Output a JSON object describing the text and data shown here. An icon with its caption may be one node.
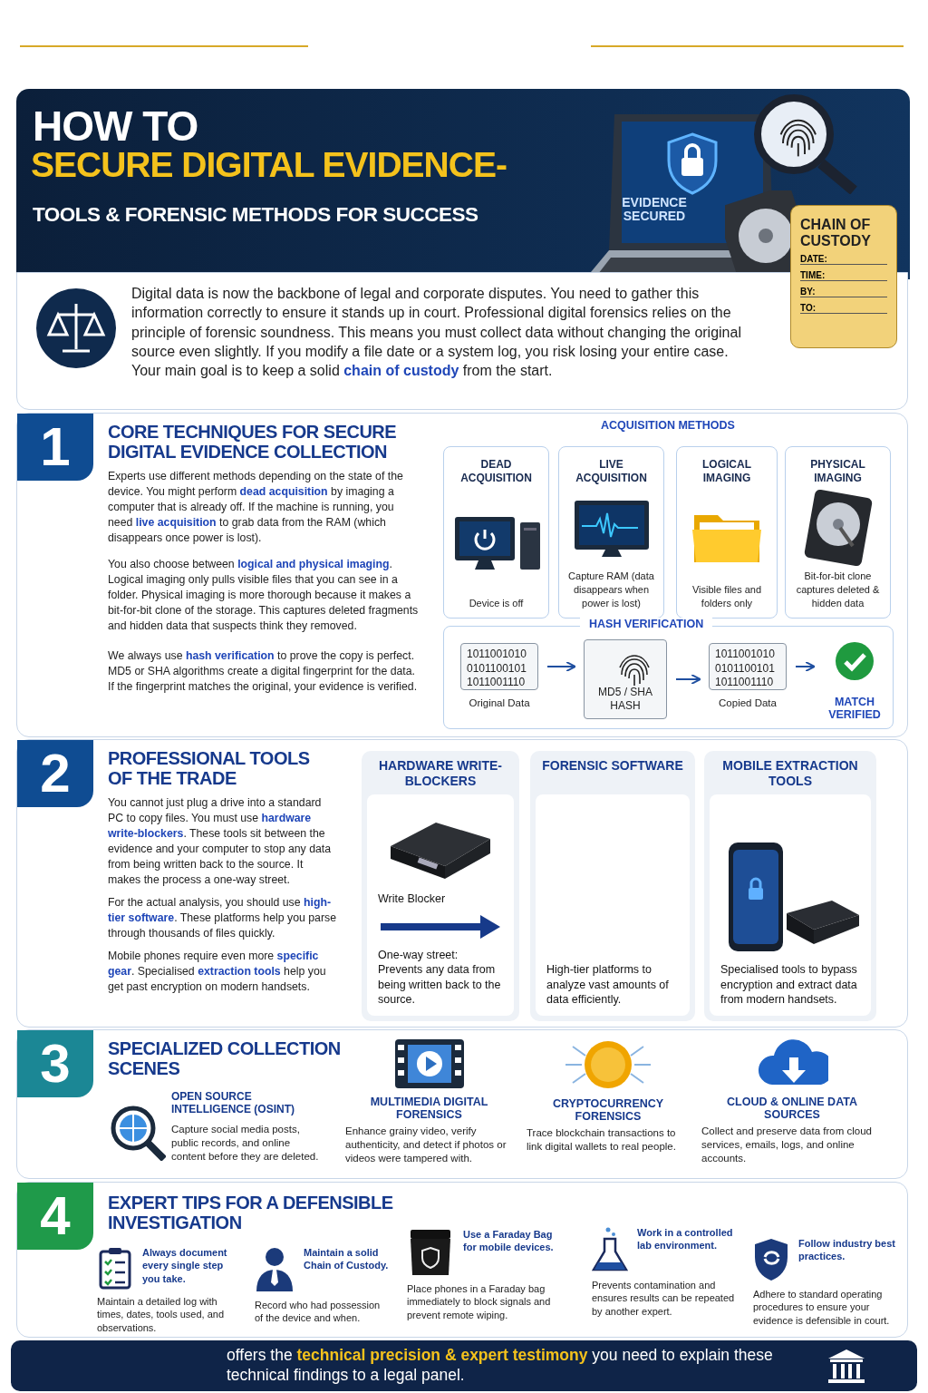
{
  "diagram": {
    "nodes": [
      {
        "text": [
          "HOW TO",
          "SECURE DIGITAL EVIDENCE-",
          "TOOLS & FORENSIC METHODS FOR SUCCESS"
        ]
      },
      {
        "text": [
          "CHAIN OF CUSTODY",
          "DATE:",
          "TIME:",
          "BY:",
          "TO:"
        ]
      },
      {
        "text": [
          "Digital data is now the backbone of legal and corporate disputes. You need to gather this information correctly to ensure it stands up in court. Professional digital forensics relies on the principle of forensic soundness. This means you must collect data without changing the original source even slightly. If you modify a file date or a system log, you risk losing your entire case. Your main goal is to keep a solid **chain of custody** from the start."
        ]
      },
      {
        "text": [
          "1",
          "CORE TECHNIQUES FOR SECURE DIGITAL EVIDENCE COLLECTION",
          "Experts use different methods depending on the state of the device. You might perform **dead acquisition** by imaging a computer that is already off. If the machine is running, you need **live acquisition** to grab data from the RAM (which disappears once power is lost).",
          "You also choose between **logical and physical imaging**. Logical imaging only pulls visible files that you can see in a folder. Physical imaging is more thorough because it makes a bit-for-bit clone of the storage. This captures deleted fragments and hidden data that suspects think they removed.",
          "We always use **hash verification** to prove the copy is perfect. MD5 or SHA algorithms create a digital fingerprint for the data. If the fingerprint matches the original, your evidence is verified."
        ]
      },
      {
        "text": [
          "ACQUISITION METHODS"
        ],
        "in": 3
      },
      {
        "text": [
          "DEAD ACQUISITION",
          "Device is off"
        ],
        "in": 4
      },
      {
        "text": [
          "LIVE ACQUISITION",
          "Capture RAM (data disappears when power is lost)"
        ],
        "in": 4
      },
      {
        "text": [
          "LOGICAL IMAGING",
          "Visible files and folders only"
        ],
        "in": 4
      },
      {
        "text": [
          "PHYSICAL IMAGING",
          "Bit-for-bit clone captures deleted & hidden data"
        ],
        "in": 4
      },
      {
        "text": [
          "HASH VERIFICATION"
        ],
        "in": 3
      },
      {
        "text": [
          "1011001010 0101100101 1011001110"
        ],
        "beside": [
          "Original Data"
        ],
        "in": 9
      },
      {
        "text": [
          "MD5 / SHA HASH"
        ],
        "in": 9
      },
      {
        "text": [
          "1011001010 0101100101 1011001110"
        ],
        "beside": [
          "Copied Data"
        ],
        "in": 9
      },
      {
        "text": [
          "MATCH VERIFIED"
        ],
        "in": 9
      },
      {
        "text": [
          "2",
          "PROFESSIONAL TOOLS OF THE TRADE",
          "You cannot just plug a drive into a standard PC to copy files. You must use **hardware write-blockers**. These tools sit between the evidence and your computer to stop any data from being written back to the source. It makes the process a one-way street.",
          "For the actual analysis, you should use **high-tier software**. These platforms help you parse through thousands of files quickly.",
          "Mobile phones require even more **specific gear**. Specialised **extraction tools** help you get past encryption on modern handsets."
        ]
      },
      {
        "text": [
          "HARDWARE WRITE-BLOCKERS",
          "Write Blocker",
          "One-way street: Prevents any data from being written back to the source."
        ],
        "in": 14
      },
      {
        "text": [
          "FORENSIC SOFTWARE",
          "High-tier platforms to analyze vast amounts of data efficiently."
        ],
        "in": 14
      },
      {
        "text": [
          "MOBILE EXTRACTION TOOLS",
          "Specialised tools to bypass encryption and extract data from modern handsets."
        ],
        "in": 14
      },
      {
        "text": [
          "3",
          "SPECIALIZED COLLECTION SCENES"
        ]
      },
      {
        "text": [
          "OPEN SOURCE INTELLIGENCE (OSINT)",
          "Capture social media posts, public records, and online content before they are deleted."
        ],
        "in": 18
      },
      {
        "text": [
          "MULTIMEDIA DIGITAL FORENSICS",
          "Enhance grainy video, verify authenticity, and detect if photos or videos were tampered with."
        ],
        "in": 18
      },
      {
        "text": [
          "CRYPTOCURRENCY FORENSICS",
          "Trace blockchain transactions to link digital wallets to real people."
        ],
        "in": 18
      },
      {
        "text": [
          "CLOUD & ONLINE DATA SOURCES",
          "Collect and preserve data from cloud services, emails, logs, and online accounts."
        ],
        "in": 18
      },
      {
        "text": [
          "4",
          "EXPERT TIPS FOR A DEFENSIBLE INVESTIGATION"
        ]
      },
      {
        "text": [
          "Always document every single step you take.",
          "Maintain a detailed log with times, dates, tools used, and observations."
        ],
        "in": 23
      },
      {
        "text": [
          "Maintain a solid Chain of Custody.",
          "Record who had possession of the device and when."
        ],
        "in": 23
      },
      {
        "text": [
          "Use a Faraday Bag for mobile devices.",
          "Place phones in a Faraday bag immediately to block signals and prevent remote wiping."
        ],
        "in": 23
      },
      {
        "text": [
          "Work in a controlled lab environment.",
          "Prevents contamination and ensures results can be repeated by another expert."
        ],
        "in": 23
      },
      {
        "text": [
          "Follow industry best practices.",
          "Adhere to standard operating procedures to ensure your evidence is defensible in court."
        ],
        "in": 23
      },
      {
        "text": [
          "offers the **technical precision & expert testimony** you need to explain these technical findings to a legal panel."
        ]
      }
    ],
    "edges": [
      {
        "from": 10,
        "to": 11,
        "arrow": "to"
      },
      {
        "from": 11,
        "to": 12,
        "arrow": "to"
      },
      {
        "from": 12,
        "to": 13,
        "arrow": "to"
      }
    ],
    "labels": [
      "EVIDENCE SECURED"
    ]
  }
}
